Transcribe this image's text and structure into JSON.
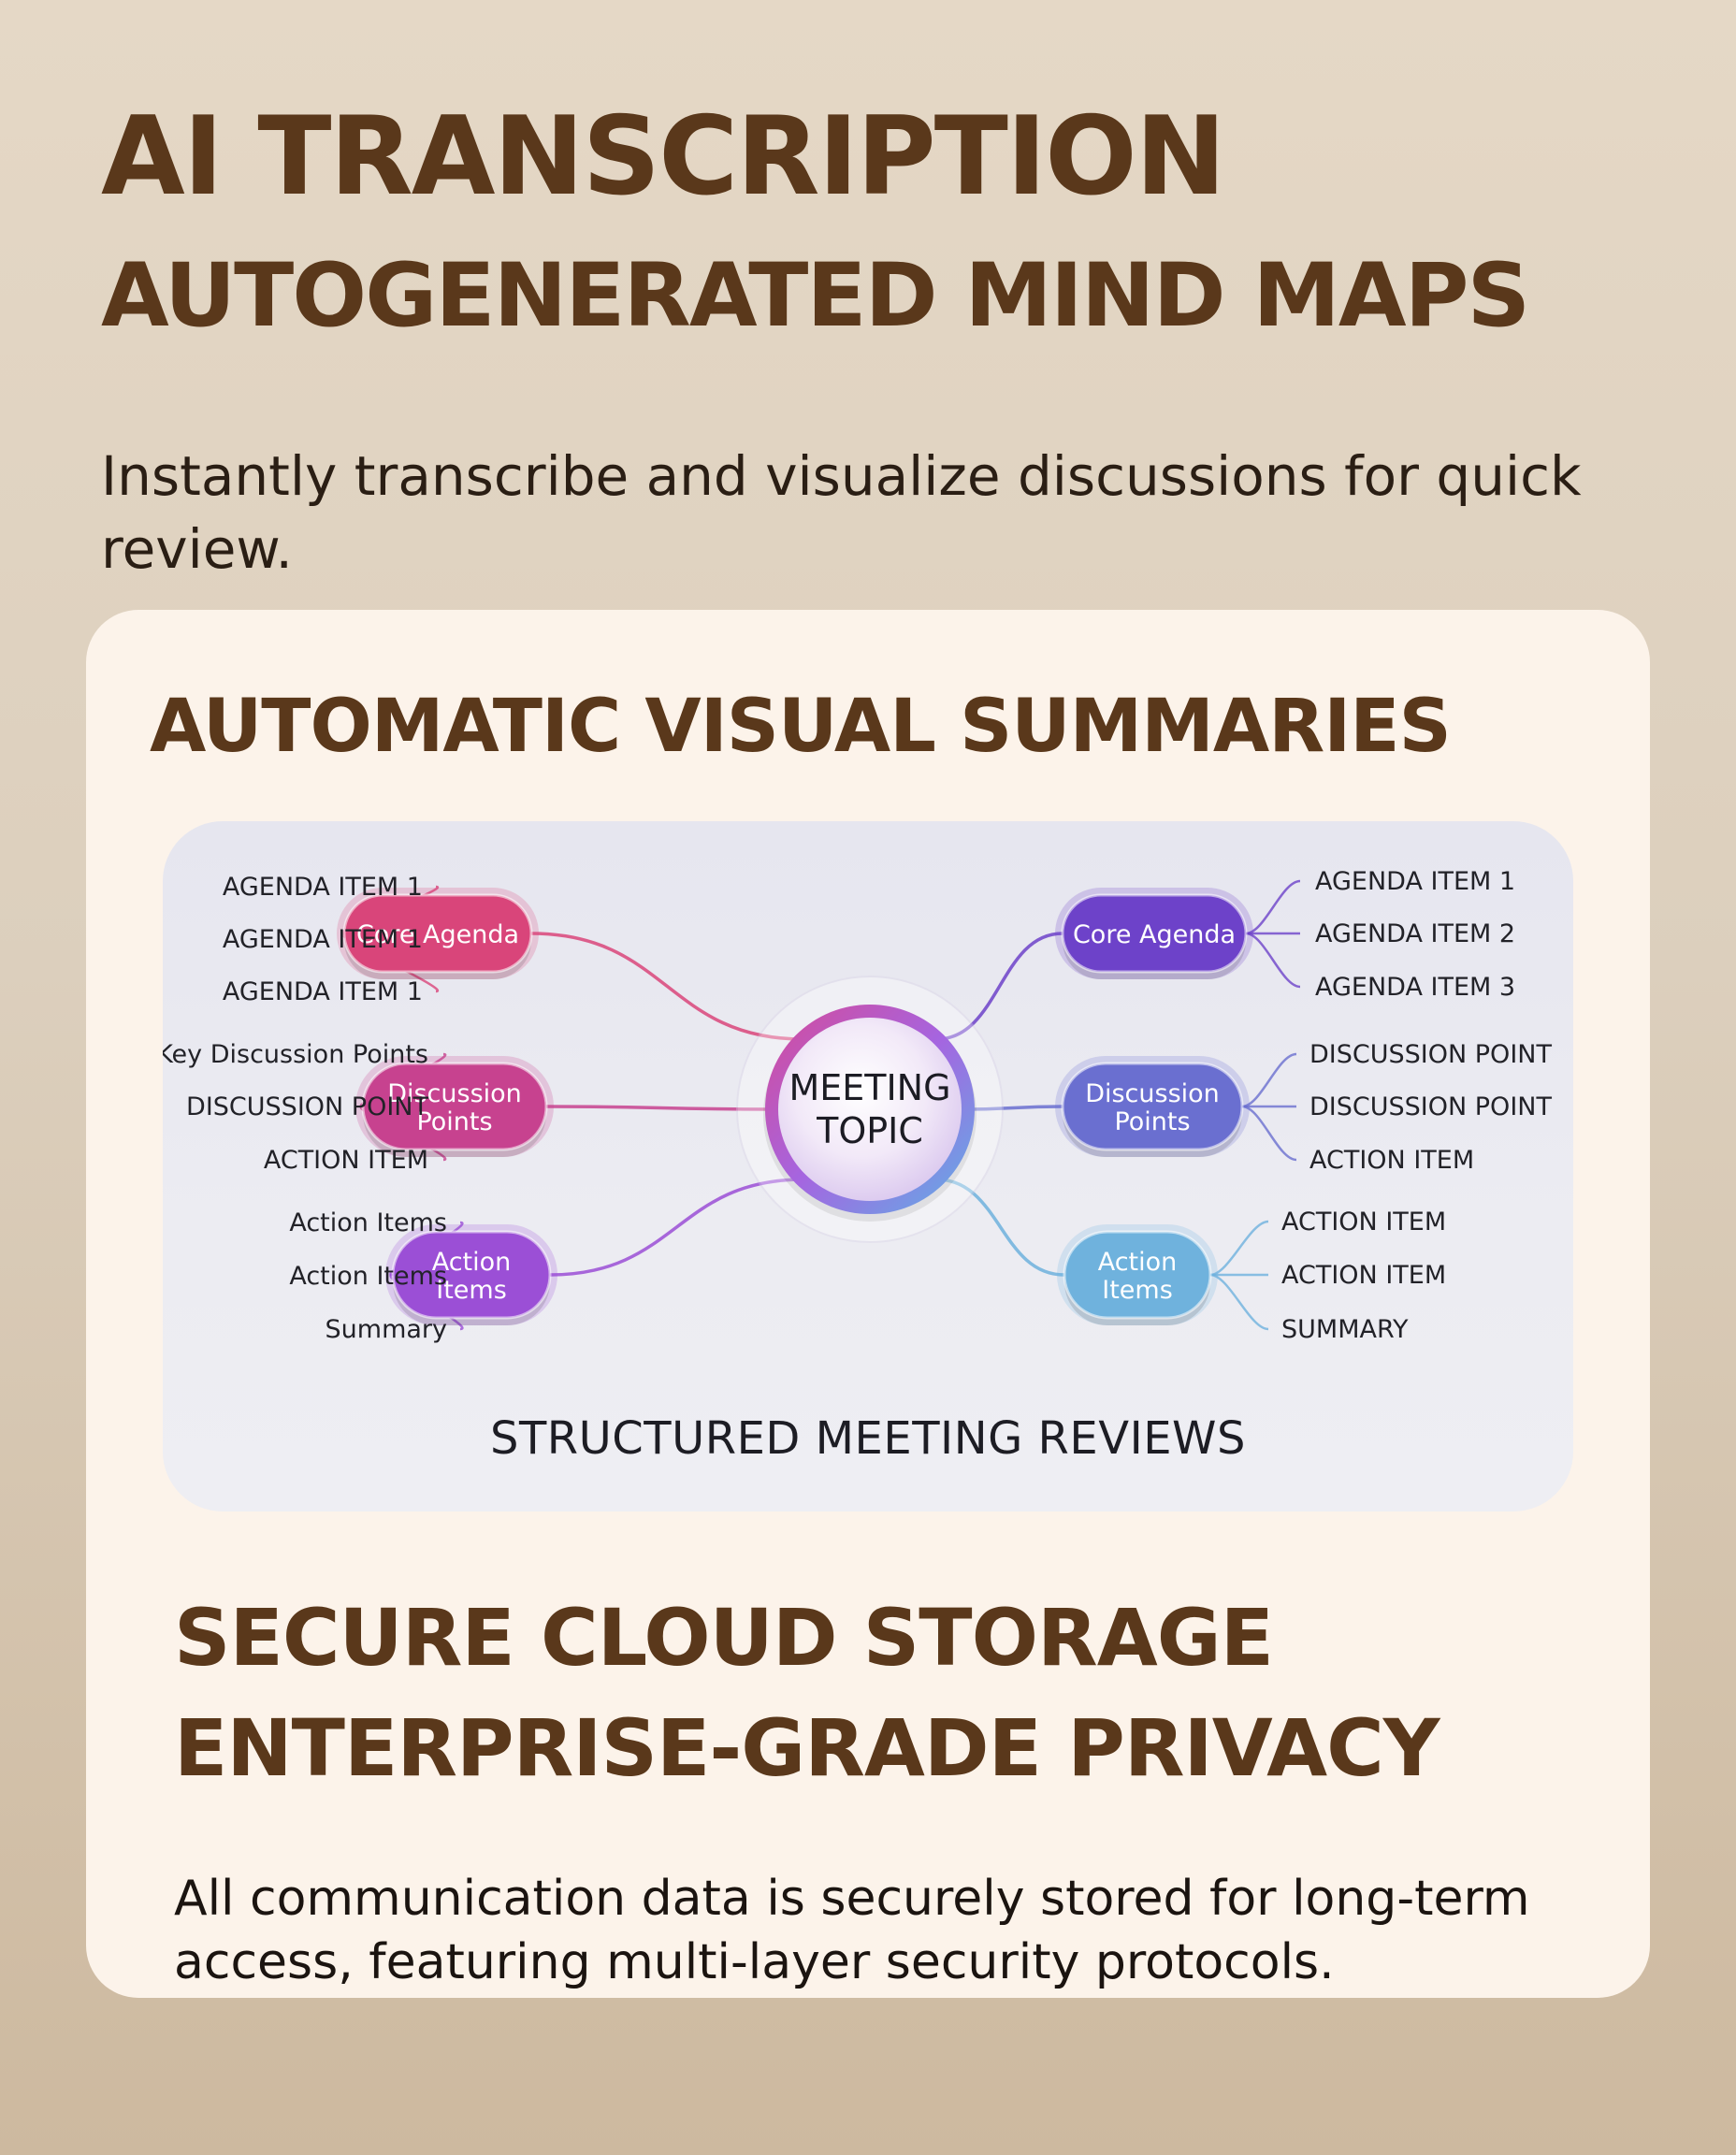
{
  "hero": {
    "title": "AI TRANSCRIPTION",
    "subtitle": "AUTOGENERATED MIND MAPS",
    "description": "Instantly transcribe and visualize discussions for quick review."
  },
  "card": {
    "section_title": "AUTOMATIC VISUAL SUMMARIES",
    "mindmap": {
      "center": [
        "MEETING",
        "TOPIC"
      ],
      "footer": "STRUCTURED MEETING REVIEWS",
      "colors": {
        "magenta": "#d9457a",
        "pink": "#c7428f",
        "purple": "#9b4fd6",
        "violet": "#6d42c9",
        "blue_violet": "#6a6fd0",
        "sky": "#6fb2dd"
      },
      "left": [
        {
          "label": [
            "Core Agenda"
          ],
          "color": "magenta",
          "leaves": [
            "AGENDA ITEM 1",
            "AGENDA ITEM 1",
            "AGENDA ITEM 1"
          ]
        },
        {
          "label": [
            "Discussion",
            "Points"
          ],
          "color": "pink",
          "leaves": [
            "Key Discussion Points",
            "DISCUSSION POINT",
            "ACTION ITEM"
          ]
        },
        {
          "label": [
            "Action",
            "Items"
          ],
          "color": "purple",
          "leaves": [
            "Action Items",
            "Action Items",
            "Summary"
          ]
        }
      ],
      "right": [
        {
          "label": [
            "Core Agenda"
          ],
          "color": "violet",
          "leaves": [
            "AGENDA ITEM 1",
            "AGENDA ITEM 2",
            "AGENDA ITEM 3"
          ]
        },
        {
          "label": [
            "Discussion",
            "Points"
          ],
          "color": "blue_violet",
          "leaves": [
            "DISCUSSION POINT",
            "DISCUSSION POINT",
            "ACTION ITEM"
          ]
        },
        {
          "label": [
            "Action",
            "Items"
          ],
          "color": "sky",
          "leaves": [
            "ACTION ITEM",
            "ACTION ITEM",
            "SUMMARY"
          ]
        }
      ]
    },
    "secure": {
      "title_line1": "SECURE CLOUD STORAGE",
      "title_line2": "ENTERPRISE-GRADE PRIVACY",
      "description": "All communication data is securely stored for long-term access, featuring multi-layer security protocols."
    }
  }
}
